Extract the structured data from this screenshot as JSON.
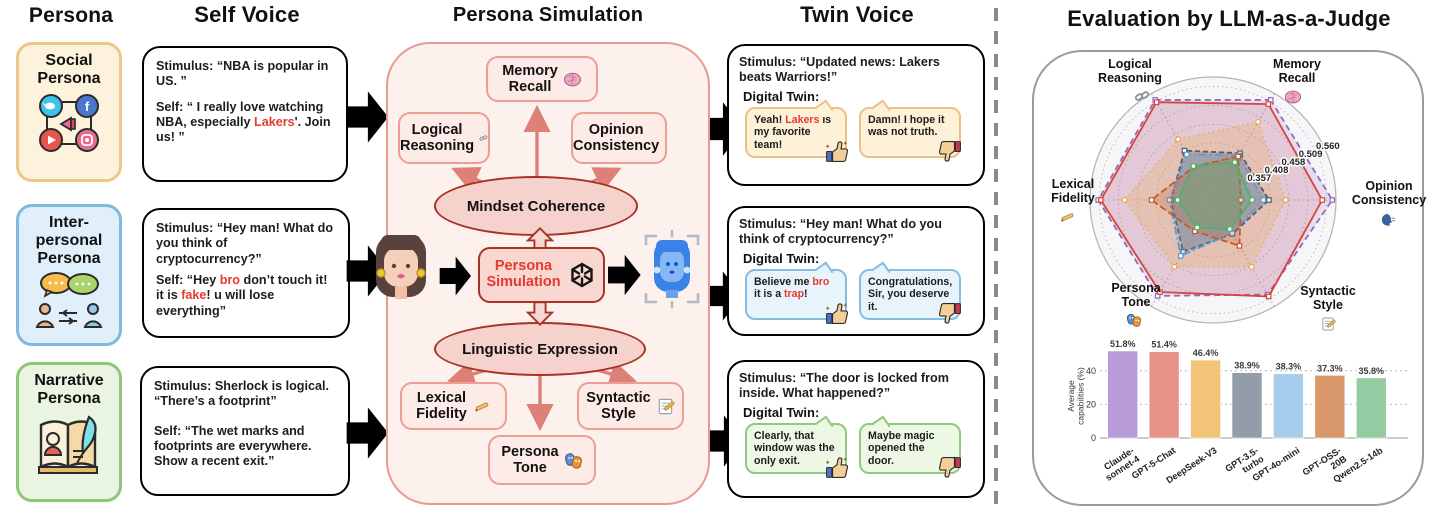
{
  "headers": {
    "persona": "Persona",
    "self_voice": "Self Voice",
    "persona_simulation": "Persona Simulation",
    "twin_voice": "Twin Voice",
    "evaluation": "Evaluation by LLM-as-a-Judge"
  },
  "highlight_color": "#e8392f",
  "personas": [
    {
      "title": "Social\nPersona"
    },
    {
      "title": "Inter-\npersonal\nPersona"
    },
    {
      "title": "Narrative\nPersona"
    }
  ],
  "self_voice": [
    {
      "p1": [
        {
          "t": "Stimulus: ",
          "b": 1
        },
        {
          "t": "“NBA is popular in US. ”"
        }
      ],
      "p2": [
        {
          "t": "Self: ",
          "b": 1
        },
        {
          "t": "“ I really love watching NBA, especially "
        },
        {
          "t": "Lakers",
          "c": "#e8392f"
        },
        {
          "t": "'. Join us! ”"
        }
      ]
    },
    {
      "p1": [
        {
          "t": "Stimulus: ",
          "b": 1
        },
        {
          "t": "“Hey man! What do you think of cryptocurrency?”"
        }
      ],
      "p2": [
        {
          "t": "Self: ",
          "b": 1
        },
        {
          "t": "“Hey "
        },
        {
          "t": "bro",
          "c": "#e8392f"
        },
        {
          "t": " don’t touch it! it is "
        },
        {
          "t": "fake",
          "c": "#e8392f"
        },
        {
          "t": "! u will lose everything”"
        }
      ]
    },
    {
      "p1": [
        {
          "t": "Stimulus: ",
          "b": 1
        },
        {
          "t": "Sherlock is logical. “There’s  a footprint”"
        }
      ],
      "p2": [
        {
          "t": "Self: ",
          "b": 1
        },
        {
          "t": "“The wet marks and footprints are everywhere. Show a recent exit.”"
        }
      ]
    }
  ],
  "twin_voice": [
    {
      "p1": [
        {
          "t": "Stimulus: ",
          "b": 1
        },
        {
          "t": "“Updated news: Lakers beats Warriors!”"
        }
      ],
      "label": "Digital Twin:",
      "good": [
        {
          "t": "Yeah! "
        },
        {
          "t": "Lakers",
          "c": "#e8392f"
        },
        {
          "t": " is my favorite team!"
        }
      ],
      "bad": [
        {
          "t": "Damn! I hope it was not truth."
        }
      ]
    },
    {
      "p1": [
        {
          "t": "Stimulus: ",
          "b": 1
        },
        {
          "t": "“Hey man! What do you think of cryptocurrency?”"
        }
      ],
      "label": "Digital Twin:",
      "good": [
        {
          "t": "Believe me "
        },
        {
          "t": "bro",
          "c": "#e8392f"
        },
        {
          "t": " it is a "
        },
        {
          "t": "trap",
          "c": "#e8392f"
        },
        {
          "t": "!"
        }
      ],
      "bad": [
        {
          "t": "Congratulations, Sir, you deserve it."
        }
      ]
    },
    {
      "p1": [
        {
          "t": "Stimulus: ",
          "b": 1
        },
        {
          "t": "“The door is locked from inside. What happened?”"
        }
      ],
      "label": "Digital Twin:",
      "good": [
        {
          "t": "Clearly, that window was the only exit."
        }
      ],
      "bad": [
        {
          "t": "Maybe magic opened the door."
        }
      ]
    }
  ],
  "simulation": {
    "memory": "Memory\nRecall",
    "logical": "Logical\nReasoning",
    "opinion": "Opinion\nConsistency",
    "mindset": "Mindset Coherence",
    "linguistic": "Linguistic Expression",
    "lexical": "Lexical\nFidelity",
    "syntactic": "Syntactic\nStyle",
    "tone": "Persona\nTone",
    "center": "Persona\nSimulation",
    "center_color": "#e8392f"
  },
  "evaluation": {
    "radar_axis_labels": {
      "logical": "Logical\nReasoning",
      "memory": "Memory\nRecall",
      "opinion": "Opinion\nConsistency",
      "lexical": "Lexical\nFidelity",
      "tone": "Persona\nTone",
      "syntactic": "Syntactic\nStyle"
    }
  },
  "icons": {
    "memory-icon": "brain",
    "logical-icon": "chain-link",
    "opinion-icon": "speaking-head",
    "lexical-icon": "writing-pen",
    "syntactic-icon": "memo-pencil",
    "tone-icon": "theater-masks",
    "good-response-icon": "thumbs-up",
    "bad-response-icon": "thumbs-down",
    "llm-icon": "openai-logo",
    "persona-avatar-icon": "woman-face",
    "digital-twin-icon": "blue-face-in-scan-frame",
    "social-persona-icon": "social-media-icons-grid",
    "interpersonal-persona-icon": "chat-bubbles-and-people",
    "narrative-persona-icon": "open-book-with-quill"
  },
  "chart_data": [
    {
      "type": "radar",
      "title": "Evaluation by LLM-as-a-Judge",
      "axes": [
        "Memory Recall",
        "Logical Reasoning",
        "Lexical Fidelity",
        "Persona Tone",
        "Syntactic Style",
        "Opinion Consistency"
      ],
      "r_ticks": [
        0.357,
        0.408,
        0.458,
        0.509,
        0.56
      ],
      "r_range": [
        0.255,
        0.585
      ],
      "grid": true,
      "legend_position": "none",
      "series": [
        {
          "name": "Claude-sonnet-4",
          "color": "#9467bd",
          "dash": "6 4",
          "fa": 0.17,
          "values": [
            0.565,
            0.565,
            0.563,
            0.552,
            0.548,
            0.575
          ]
        },
        {
          "name": "GPT-5-Chat",
          "color": "#d6453a",
          "dash": "",
          "fa": 0.13,
          "values": [
            0.552,
            0.558,
            0.556,
            0.54,
            0.554,
            0.548
          ]
        },
        {
          "name": "DeepSeek-V3",
          "color": "#eda63a",
          "dash": "1 4",
          "fa": 0.22,
          "marker": "circle",
          "values": [
            0.497,
            0.443,
            0.492,
            0.462,
            0.462,
            0.45
          ]
        },
        {
          "name": "GPT-3.5-turbo",
          "color": "#4f5b66",
          "dash": "5 3",
          "fa": 0.3,
          "values": [
            0.4,
            0.408,
            0.368,
            0.415,
            0.36,
            0.405
          ]
        },
        {
          "name": "GPT-4o-mini",
          "color": "#5b9bd5",
          "dash": "8 3 2 3",
          "fa": 0.25,
          "values": [
            0.393,
            0.396,
            0.372,
            0.428,
            0.358,
            0.39
          ]
        },
        {
          "name": "GPT-OSS-20B",
          "color": "#bf5d2a",
          "dash": "7 3",
          "fa": 0.24,
          "values": [
            0.39,
            0.358,
            0.42,
            0.352,
            0.397,
            0.33
          ]
        },
        {
          "name": "Qwen2.5-14b",
          "color": "#4faf6e",
          "dash": "",
          "fa": 0.3,
          "values": [
            0.372,
            0.36,
            0.35,
            0.34,
            0.345,
            0.36
          ]
        }
      ]
    },
    {
      "type": "bar",
      "categories": [
        "Claude-\nsonnet-4",
        "GPT-5-Chat",
        "DeepSeek-V3",
        "GPT-3.5-\nturbo",
        "GPT-4o-mini",
        "GPT-OSS-\n20B",
        "Qwen2.5-14b"
      ],
      "values": [
        51.8,
        51.4,
        46.4,
        38.9,
        38.3,
        37.3,
        35.8
      ],
      "labels": [
        "51.8%",
        "51.4%",
        "46.4%",
        "38.9%",
        "38.3%",
        "37.3%",
        "35.8%"
      ],
      "colors": [
        "#b89cd9",
        "#e8938a",
        "#f2c478",
        "#939ca9",
        "#a7cdec",
        "#d8976a",
        "#93cba3"
      ],
      "xlabel": "",
      "ylabel": "Average capabilities (%)",
      "yticks": [
        0,
        20,
        40
      ],
      "ylim": [
        0,
        60
      ]
    }
  ]
}
